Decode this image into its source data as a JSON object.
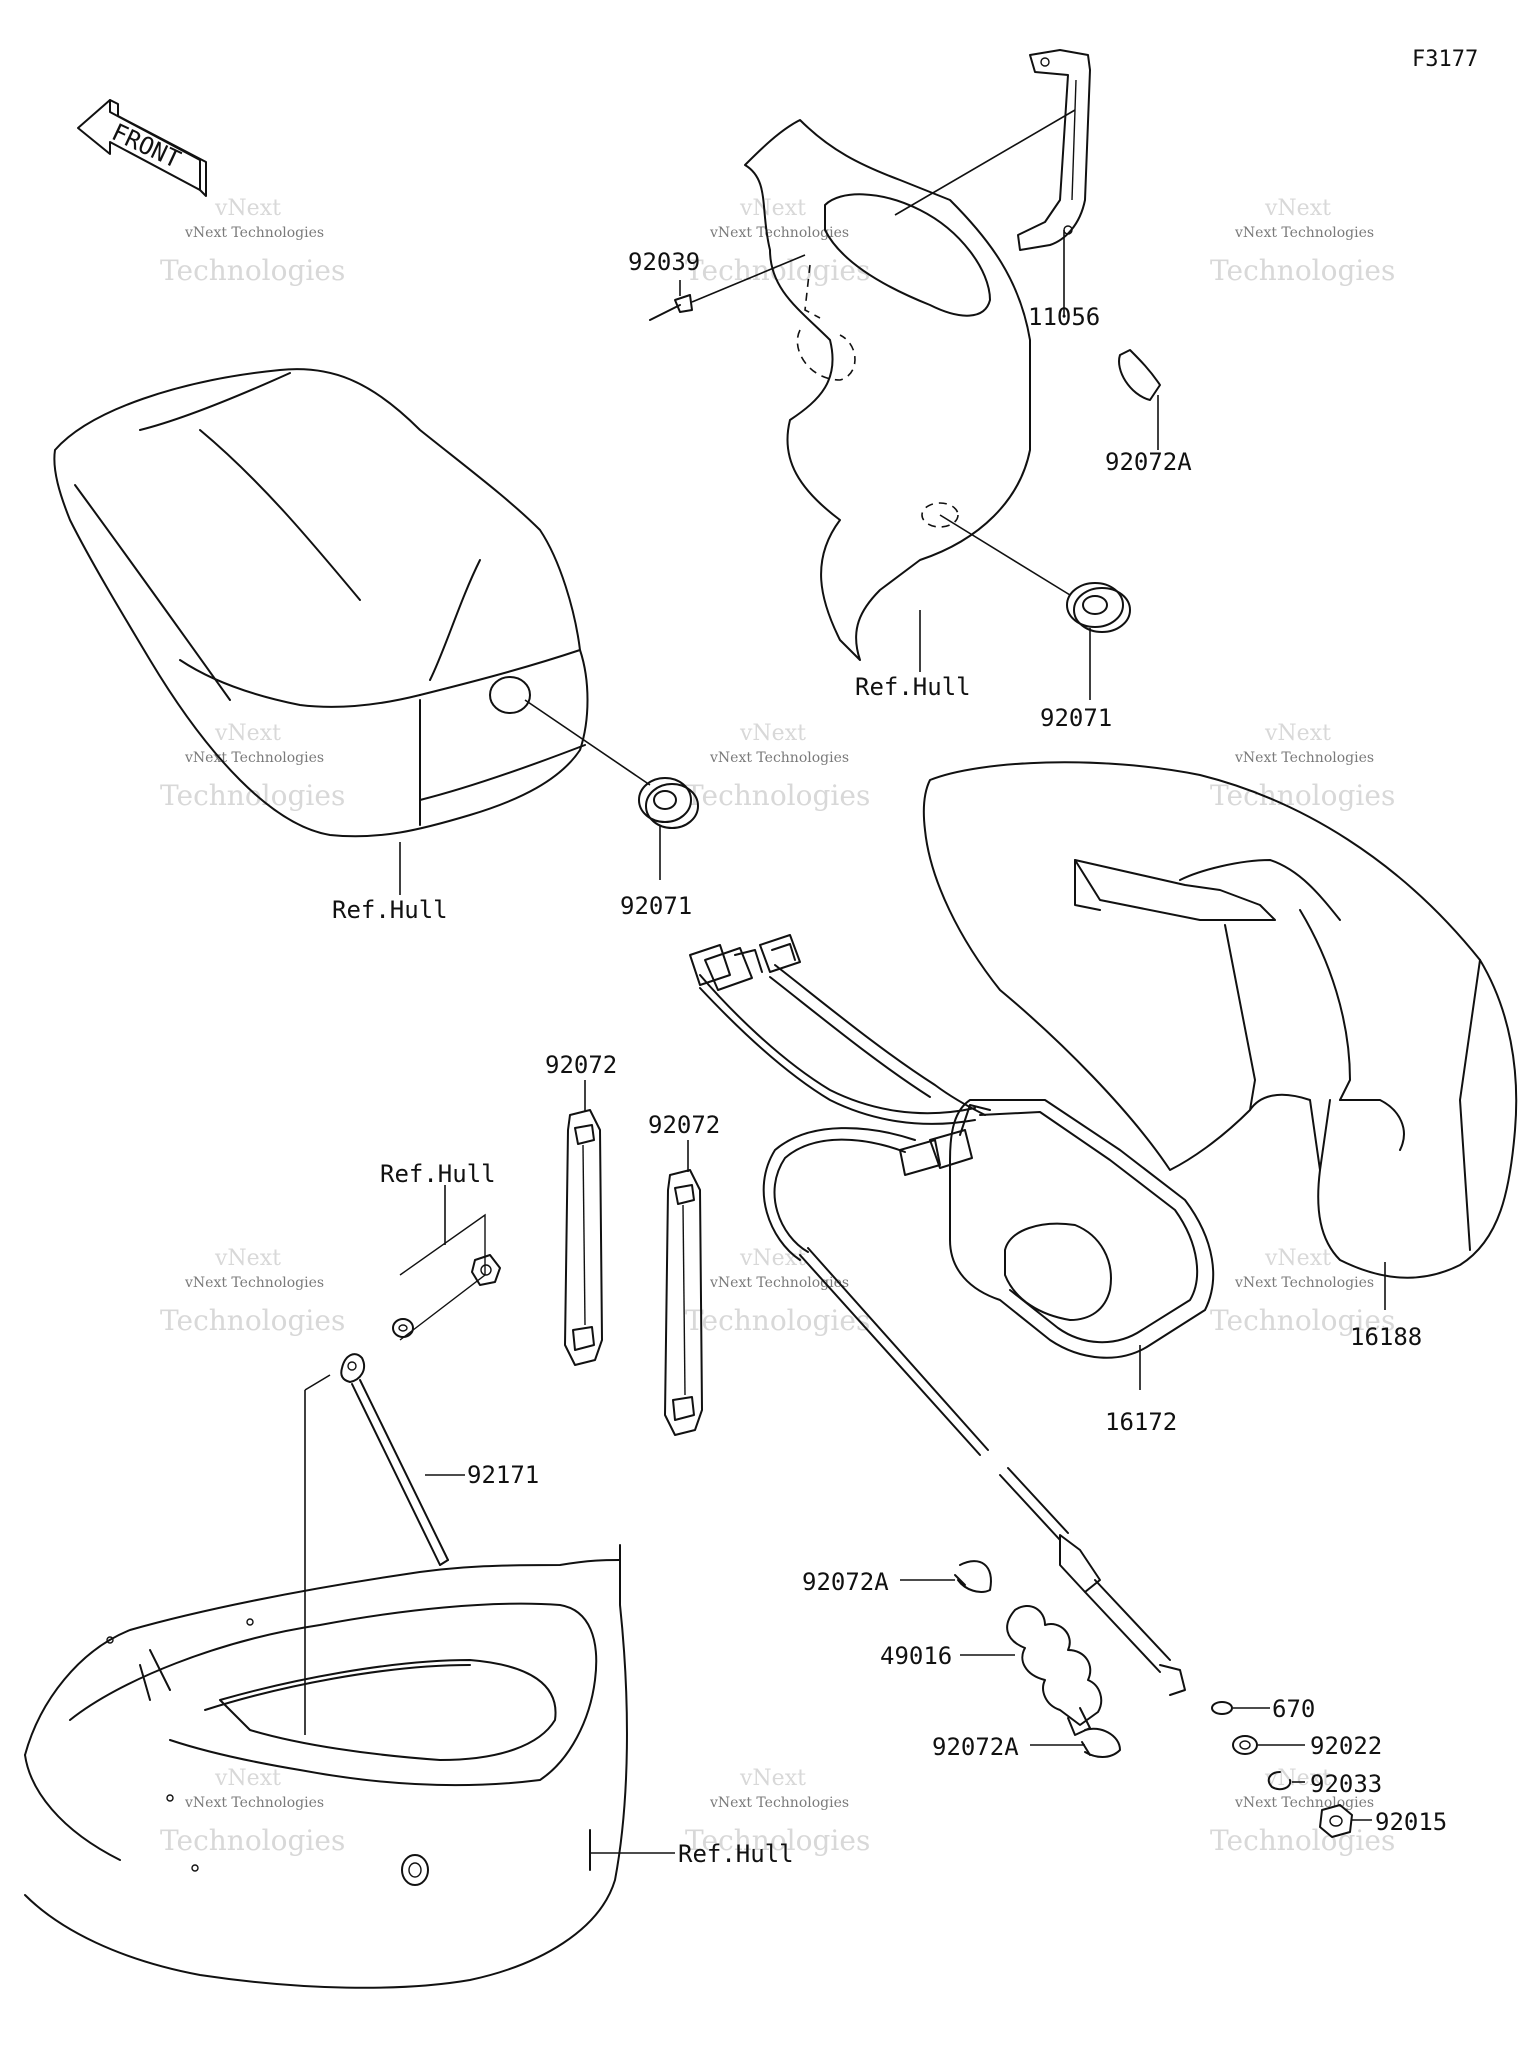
{
  "diagram": {
    "figure_code": "F3177",
    "front_arrow_label": "FRONT",
    "watermark": {
      "line1": "vNext",
      "line2": "vNext Technologies",
      "line3": "Technologies"
    },
    "labels": {
      "p92039": "92039",
      "p11056": "11056",
      "p92072A_top": "92072A",
      "p92071_top": "92071",
      "refhull_top": "Ref.Hull",
      "refhull_left": "Ref.Hull",
      "p92071_left": "92071",
      "p92072_a": "92072",
      "p92072_b": "92072",
      "refhull_mid": "Ref.Hull",
      "p92171": "92171",
      "p16172": "16172",
      "p16188": "16188",
      "p92072A_mid": "92072A",
      "p49016": "49016",
      "p92072A_low": "92072A",
      "p670": "670",
      "p92022": "92022",
      "p92033": "92033",
      "p92015": "92015",
      "refhull_bottom": "Ref.Hull"
    }
  }
}
